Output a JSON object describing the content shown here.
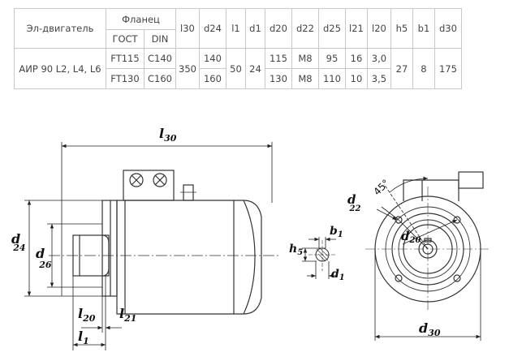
{
  "table": {
    "col_motor": "Эл-двигатель",
    "col_flange": "Фланец",
    "col_gost": "ГОСТ",
    "col_din": "DIN",
    "dims": [
      "l30",
      "d24",
      "l1",
      "d1",
      "d20",
      "d22",
      "d25",
      "l21",
      "l20",
      "h5",
      "b1",
      "d30"
    ],
    "motor": "АИР 90 L2, L4, L6",
    "rows": [
      {
        "gost": "FT115",
        "din": "C140",
        "d24": "140",
        "d20": "115",
        "d22": "M8",
        "d25": "95",
        "l21": "16",
        "l20": "3,0"
      },
      {
        "gost": "FT130",
        "din": "C160",
        "d24": "160",
        "d20": "130",
        "d22": "M8",
        "d25": "110",
        "l21": "10",
        "l20": "3,5"
      }
    ],
    "shared": {
      "l30": "350",
      "l1": "50",
      "d1": "24",
      "h5": "27",
      "b1": "8",
      "d30": "175"
    }
  },
  "labels": {
    "l30": {
      "main": "l",
      "sub": "30"
    },
    "d24": {
      "main": "d",
      "sub": "24"
    },
    "d26": {
      "main": "d",
      "sub": "26"
    },
    "l20": {
      "main": "l",
      "sub": "20"
    },
    "l21": {
      "main": "l",
      "sub": "21"
    },
    "l1": {
      "main": "l",
      "sub": "1"
    },
    "b1": {
      "main": "b",
      "sub": "1"
    },
    "h5": {
      "main": "h",
      "sub": "5"
    },
    "d1": {
      "main": "d",
      "sub": "1"
    },
    "d22": {
      "main": "d",
      "sub": "22"
    },
    "d20": {
      "main": "d",
      "sub": "20"
    },
    "d30": {
      "main": "d",
      "sub": "30"
    },
    "angle": "45°"
  }
}
